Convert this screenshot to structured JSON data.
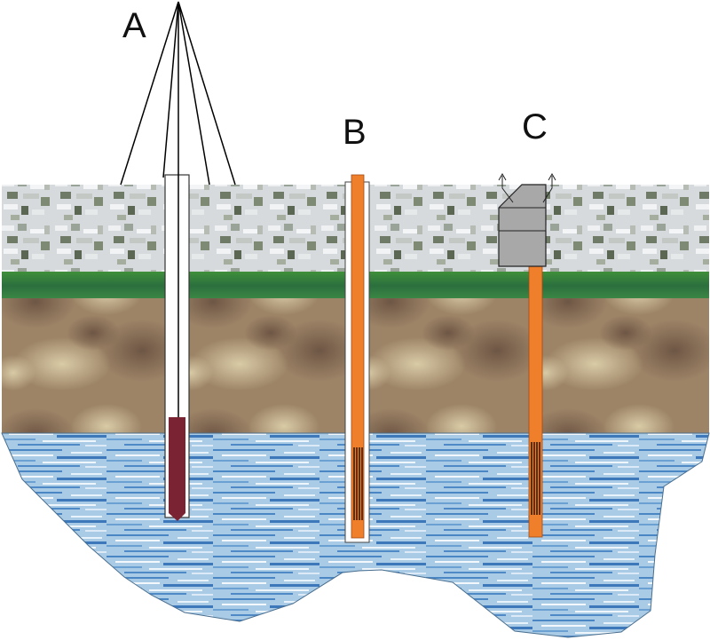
{
  "labels": {
    "a": "A",
    "b": "B",
    "c": "C"
  },
  "colors": {
    "gravel_light": "#d9dde0",
    "gravel_dark": "#5f6b58",
    "grass": "#2f7d3c",
    "soil_base": "#9b8066",
    "soil_light": "#c4b08c",
    "water_light": "#cfe3f2",
    "water_dark": "#3f7fc0",
    "casing_white": "#ffffff",
    "plug_maroon": "#7a2333",
    "pipe_orange": "#f07f2c",
    "housing_gray": "#a8a8a8"
  }
}
